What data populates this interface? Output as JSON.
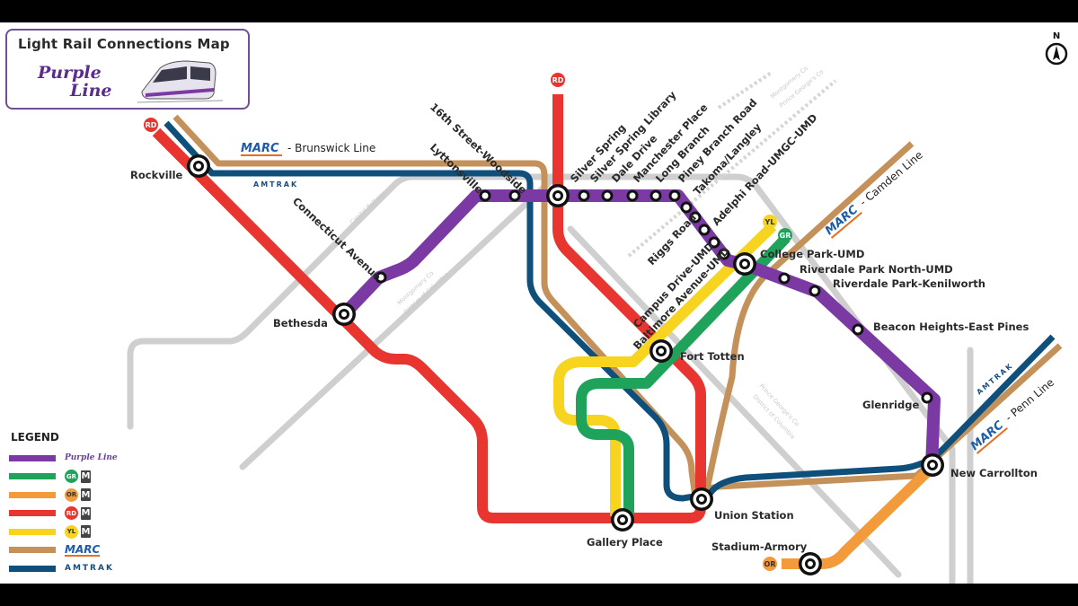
{
  "title": "Light Rail Connections Map",
  "logo": {
    "line1": "Purple",
    "line2": "Line"
  },
  "north_label": "N",
  "colors": {
    "purple": "#7b3aa3",
    "green": "#1fa35a",
    "orange": "#f39a3a",
    "red": "#e8352f",
    "yellow": "#f6d420",
    "marc": "#c4915a",
    "amtrak": "#0f4f7c",
    "gray": "#cccccc"
  },
  "rail_labels": {
    "marc_brunswick": "- Brunswick Line",
    "marc_camden": "- Camden Line",
    "marc_penn": "- Penn Line",
    "marc": "MARC",
    "amtrak": "AMTRAK"
  },
  "line_badges": {
    "rd_top_left": "RD",
    "rd_top": "RD",
    "yl": "YL",
    "gr": "GR",
    "or": "OR"
  },
  "stations": {
    "rockville": "Rockville",
    "bethesda": "Bethesda",
    "connecticut_avenue": "Connecticut Avenue",
    "lyttonsville": "Lyttonsville",
    "sixteenth_street": "16th Street-Woodside",
    "silver_spring": "Silver Spring",
    "silver_spring_library": "Silver Spring Library",
    "dale_drive": "Dale Drive",
    "manchester_place": "Manchester Place",
    "long_branch": "Long Branch",
    "piney_branch_road": "Piney Branch Road",
    "takoma_langley": "Takoma/Langley",
    "riggs_road": "Riggs Road",
    "adelphi_road": "Adelphi Road-UMGC-UMD",
    "campus_drive": "Campus Drive-UMD",
    "baltimore_avenue": "Baltimore Avenue-UMD",
    "college_park": "College Park-UMD",
    "riverdale_park_north": "Riverdale Park North-UMD",
    "riverdale_park_kenilworth": "Riverdale Park-Kenilworth",
    "beacon_heights": "Beacon Heights-East Pines",
    "glenridge": "Glenridge",
    "new_carrollton": "New Carrollton",
    "fort_totten": "Fort Totten",
    "union_station": "Union Station",
    "gallery_place": "Gallery Place",
    "stadium_armory": "Stadium-Armory"
  },
  "boundaries": {
    "capital_beltway": "Capital Beltway",
    "montgomery_dc": [
      "Montgomery Co",
      "District of Columbia"
    ],
    "pg_dc": [
      "Prince George's Co",
      "District of Columbia"
    ],
    "montgomery_pg": [
      "Montgomery Co",
      "Prince George's Co"
    ]
  },
  "legend": {
    "title": "LEGEND",
    "items": [
      {
        "color": "#7b3aa3",
        "label": "Purple Line",
        "kind": "purple"
      },
      {
        "color": "#1fa35a",
        "label": "GR",
        "kind": "metro",
        "badge_color": "#1fa35a",
        "badge_text_color": "#ffffff"
      },
      {
        "color": "#f39a3a",
        "label": "OR",
        "kind": "metro",
        "badge_color": "#f39a3a",
        "badge_text_color": "#333333"
      },
      {
        "color": "#e8352f",
        "label": "RD",
        "kind": "metro",
        "badge_color": "#e8352f",
        "badge_text_color": "#ffffff"
      },
      {
        "color": "#f6d420",
        "label": "YL",
        "kind": "metro",
        "badge_color": "#f6d420",
        "badge_text_color": "#333333"
      },
      {
        "color": "#c4915a",
        "label": "MARC",
        "kind": "marc"
      },
      {
        "color": "#0f4f7c",
        "label": "AMTRAK",
        "kind": "amtrak"
      }
    ],
    "metro_icon": "M"
  }
}
